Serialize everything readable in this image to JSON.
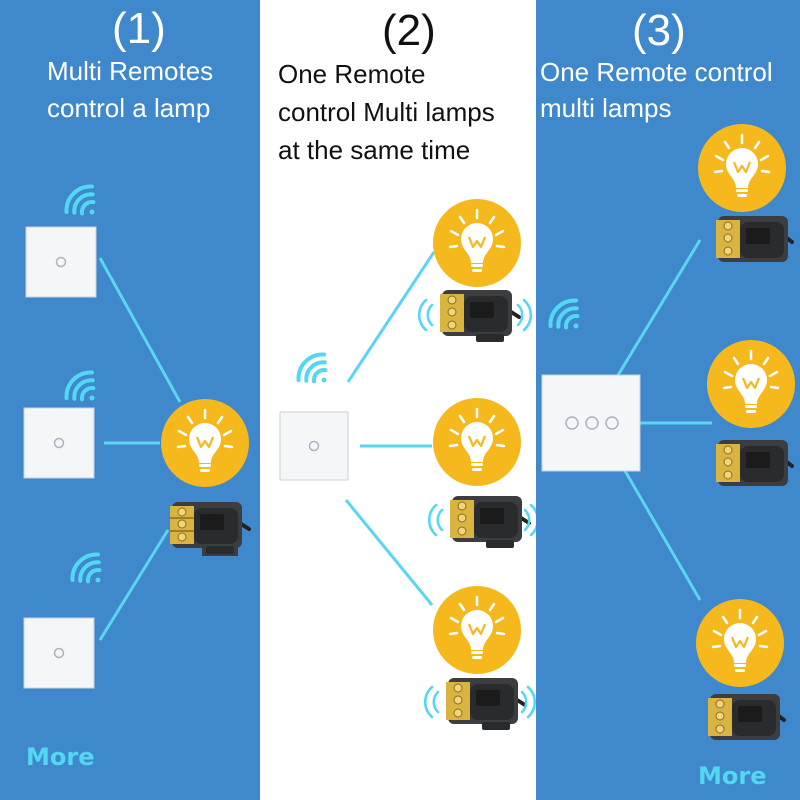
{
  "panels": [
    {
      "number": "(1)",
      "title_lines": [
        "Multi Remotes",
        "control a lamp"
      ],
      "more": "More"
    },
    {
      "number": "(2)",
      "title_lines": [
        "One Remote",
        "control Multi lamps",
        "at the same time"
      ]
    },
    {
      "number": "(3)",
      "title_lines": [
        "One Remote control",
        "multi lamps"
      ],
      "more": "More"
    }
  ],
  "colors": {
    "panel_blue": "#3f88cc",
    "link_line": "#5ad6f0",
    "bulb_circle": "#f5b91e",
    "receiver_body": "#3c3d40",
    "terminal_brass": "#d9b441",
    "more_text": "#52d8f2"
  },
  "icons": [
    "wifi-signal-icon",
    "light-bulb-icon",
    "wall-switch",
    "relay-receiver"
  ]
}
